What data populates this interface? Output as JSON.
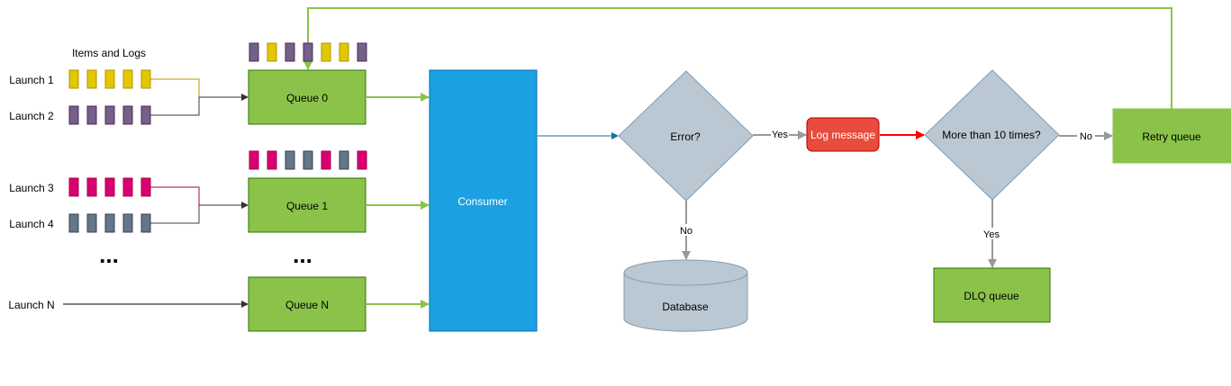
{
  "diagram": {
    "items_title": "Items and Logs",
    "launches": [
      "Launch 1",
      "Launch 2",
      "Launch 3",
      "Launch 4",
      "Launch N"
    ],
    "launch_ellipsis": "...",
    "queues": [
      "Queue 0",
      "Queue 1",
      "Queue N"
    ],
    "queue_ellipsis": "...",
    "consumer": "Consumer",
    "error_decision": "Error?",
    "database": "Database",
    "log_message": "Log message",
    "retry_decision": "More than 10 times?",
    "retry_queue": "Retry queue",
    "dlq_queue": "DLQ queue",
    "edge_labels": {
      "error_yes": "Yes",
      "error_no": "No",
      "retry_no": "No",
      "retry_yes": "Yes"
    }
  },
  "colors": {
    "yellow_item": "#e3c800",
    "purple_item": "#76608a",
    "magenta_item": "#d80073",
    "slate_item": "#647687",
    "queue_fill": "#8bc34a",
    "queue_stroke": "#2d7600",
    "consumer_fill": "#1ba1e2",
    "decision_fill": "#bac8d3",
    "log_fill": "#e51400",
    "green_arrow": "#8bc34a",
    "red_arrow": "#ff0000",
    "blue_arrow": "#10739e",
    "gray_arrow": "#999999"
  }
}
